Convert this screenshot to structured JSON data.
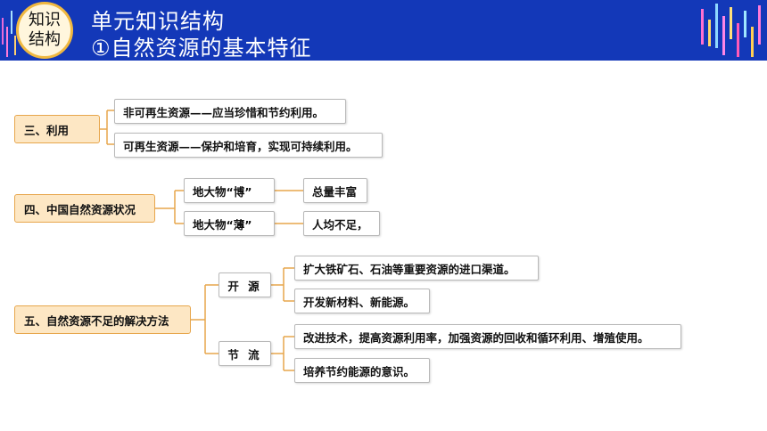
{
  "header": {
    "badge_line1": "知识",
    "badge_line2": "结构",
    "title": "单元知识结构",
    "subtitle": "①自然资源的基本特征"
  },
  "diagram": {
    "section_use": {
      "label": "三、利用",
      "items": [
        "非可再生资源——应当珍惜和节约利用。",
        "可再生资源——保护和培育，实现可持续利用。"
      ]
    },
    "section_status": {
      "label": "四、中国自然资源状况",
      "rich": {
        "label": "地大物“博”",
        "result": "总量丰富"
      },
      "poor": {
        "label": "地大物“薄”",
        "result": "人均不足，"
      }
    },
    "section_solutions": {
      "label": "五、自然资源不足的解决方法",
      "open": {
        "label": "开 源",
        "items": [
          "扩大铁矿石、石油等重要资源的进口渠道。",
          "开发新材料、新能源。"
        ]
      },
      "save": {
        "label": "节 流",
        "items": [
          "改进技术，提高资源利用率，加强资源的回收和循环利用、增殖使用。",
          "培养节约能源的意识。"
        ]
      }
    }
  }
}
